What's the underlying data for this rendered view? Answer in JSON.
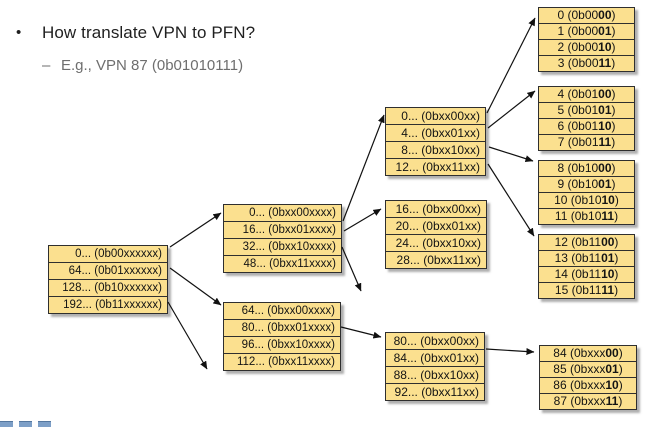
{
  "slide": {
    "bullet_glyph": "•",
    "title": "How translate VPN to PFN?",
    "dash_glyph": "–",
    "subtitle": "E.g., VPN 87 (0b01010111)"
  },
  "colors": {
    "table_fill": "#FBE08F",
    "table_border": "#2F2F2F",
    "arrow_black": "#111111",
    "logo_blue": "#7D9FC7",
    "title_text": "#1F1F1F",
    "subtitle_text": "#6E6E6E"
  },
  "tables": [
    {
      "id": "l1",
      "label": "level-1-page-table",
      "rows": [
        [
          {
            "t": "0... (0b00xxxxxx)",
            "b": false
          }
        ],
        [
          {
            "t": "64... (0b01xxxxxx)",
            "b": false
          }
        ],
        [
          {
            "t": "128... (0b10xxxxxx)",
            "b": false
          }
        ],
        [
          {
            "t": "192... (0b11xxxxxx)",
            "b": false
          }
        ]
      ]
    },
    {
      "id": "l2u",
      "label": "level-2-page-table-upper",
      "rows": [
        [
          {
            "t": "0... (0bxx00xxxx)",
            "b": false
          }
        ],
        [
          {
            "t": "16... (0bxx01xxxx)",
            "b": false
          }
        ],
        [
          {
            "t": "32... (0bxx10xxxx)",
            "b": false
          }
        ],
        [
          {
            "t": "48... (0bxx11xxxx)",
            "b": false
          }
        ]
      ]
    },
    {
      "id": "l2l",
      "label": "level-2-page-table-lower",
      "rows": [
        [
          {
            "t": "64... (0bxx00xxxx)",
            "b": false
          }
        ],
        [
          {
            "t": "80... (0bxx01xxxx)",
            "b": false
          }
        ],
        [
          {
            "t": "96... (0bxx10xxxx)",
            "b": false
          }
        ],
        [
          {
            "t": "112... (0bxx11xxxx)",
            "b": false
          }
        ]
      ]
    },
    {
      "id": "l3t",
      "label": "level-3-page-table-top",
      "rows": [
        [
          {
            "t": "0... (0bxx00xx)",
            "b": false
          }
        ],
        [
          {
            "t": "4... (0bxx01xx)",
            "b": false
          }
        ],
        [
          {
            "t": "8... (0bxx10xx)",
            "b": false
          }
        ],
        [
          {
            "t": "12... (0bxx11xx)",
            "b": false
          }
        ]
      ]
    },
    {
      "id": "l3m",
      "label": "level-3-page-table-middle",
      "rows": [
        [
          {
            "t": "16... (0bxx00xx)",
            "b": false
          }
        ],
        [
          {
            "t": "20... (0bxx01xx)",
            "b": false
          }
        ],
        [
          {
            "t": "24... (0bxx10xx)",
            "b": false
          }
        ],
        [
          {
            "t": "28... (0bxx11xx)",
            "b": false
          }
        ]
      ]
    },
    {
      "id": "l3b",
      "label": "level-3-page-table-bottom",
      "rows": [
        [
          {
            "t": "80... (0bxx00xx)",
            "b": false
          }
        ],
        [
          {
            "t": "84... (0bxx01xx)",
            "b": false
          }
        ],
        [
          {
            "t": "88... (0bxx10xx)",
            "b": false
          }
        ],
        [
          {
            "t": "92... (0bxx11xx)",
            "b": false
          }
        ]
      ]
    },
    {
      "id": "l4a",
      "label": "level-4-entries-0-3",
      "rows": [
        [
          {
            "t": "0 (0b00",
            "b": false
          },
          {
            "t": "00",
            "b": true
          },
          {
            "t": ")",
            "b": false
          }
        ],
        [
          {
            "t": "1 (0b00",
            "b": false
          },
          {
            "t": "01",
            "b": true
          },
          {
            "t": ")",
            "b": false
          }
        ],
        [
          {
            "t": "2 (0b00",
            "b": false
          },
          {
            "t": "10",
            "b": true
          },
          {
            "t": ")",
            "b": false
          }
        ],
        [
          {
            "t": "3 (0b00",
            "b": false
          },
          {
            "t": "11",
            "b": true
          },
          {
            "t": ")",
            "b": false
          }
        ]
      ]
    },
    {
      "id": "l4b",
      "label": "level-4-entries-4-7",
      "rows": [
        [
          {
            "t": "4 (0b01",
            "b": false
          },
          {
            "t": "00",
            "b": true
          },
          {
            "t": ")",
            "b": false
          }
        ],
        [
          {
            "t": "5 (0b01",
            "b": false
          },
          {
            "t": "01",
            "b": true
          },
          {
            "t": ")",
            "b": false
          }
        ],
        [
          {
            "t": "6 (0b01",
            "b": false
          },
          {
            "t": "10",
            "b": true
          },
          {
            "t": ")",
            "b": false
          }
        ],
        [
          {
            "t": "7 (0b01",
            "b": false
          },
          {
            "t": "11",
            "b": true
          },
          {
            "t": ")",
            "b": false
          }
        ]
      ]
    },
    {
      "id": "l4c",
      "label": "level-4-entries-8-11",
      "rows": [
        [
          {
            "t": "8 (0b10",
            "b": false
          },
          {
            "t": "00",
            "b": true
          },
          {
            "t": ")",
            "b": false
          }
        ],
        [
          {
            "t": "9 (0b10",
            "b": false
          },
          {
            "t": "01",
            "b": true
          },
          {
            "t": ")",
            "b": false
          }
        ],
        [
          {
            "t": "10 (0b10",
            "b": false
          },
          {
            "t": "10",
            "b": true
          },
          {
            "t": ")",
            "b": false
          }
        ],
        [
          {
            "t": "11 (0b10",
            "b": false
          },
          {
            "t": "11",
            "b": true
          },
          {
            "t": ")",
            "b": false
          }
        ]
      ]
    },
    {
      "id": "l4d",
      "label": "level-4-entries-12-15",
      "rows": [
        [
          {
            "t": "12 (0b11",
            "b": false
          },
          {
            "t": "00",
            "b": true
          },
          {
            "t": ")",
            "b": false
          }
        ],
        [
          {
            "t": "13 (0b11",
            "b": false
          },
          {
            "t": "01",
            "b": true
          },
          {
            "t": ")",
            "b": false
          }
        ],
        [
          {
            "t": "14 (0b11",
            "b": false
          },
          {
            "t": "10",
            "b": true
          },
          {
            "t": ")",
            "b": false
          }
        ],
        [
          {
            "t": "15 (0b11",
            "b": false
          },
          {
            "t": "11",
            "b": true
          },
          {
            "t": ")",
            "b": false
          }
        ]
      ]
    },
    {
      "id": "l4e",
      "label": "level-4-entries-84-87",
      "rows": [
        [
          {
            "t": "84 (0bxxx",
            "b": false
          },
          {
            "t": "00",
            "b": true
          },
          {
            "t": ")",
            "b": false
          }
        ],
        [
          {
            "t": "85 (0bxxx",
            "b": false
          },
          {
            "t": "01",
            "b": true
          },
          {
            "t": ")",
            "b": false
          }
        ],
        [
          {
            "t": "86 (0bxxx",
            "b": false
          },
          {
            "t": "10",
            "b": true
          },
          {
            "t": ")",
            "b": false
          }
        ],
        [
          {
            "t": "87 (0bxxx",
            "b": false
          },
          {
            "t": "11",
            "b": true
          },
          {
            "t": ")",
            "b": false
          }
        ]
      ]
    }
  ]
}
